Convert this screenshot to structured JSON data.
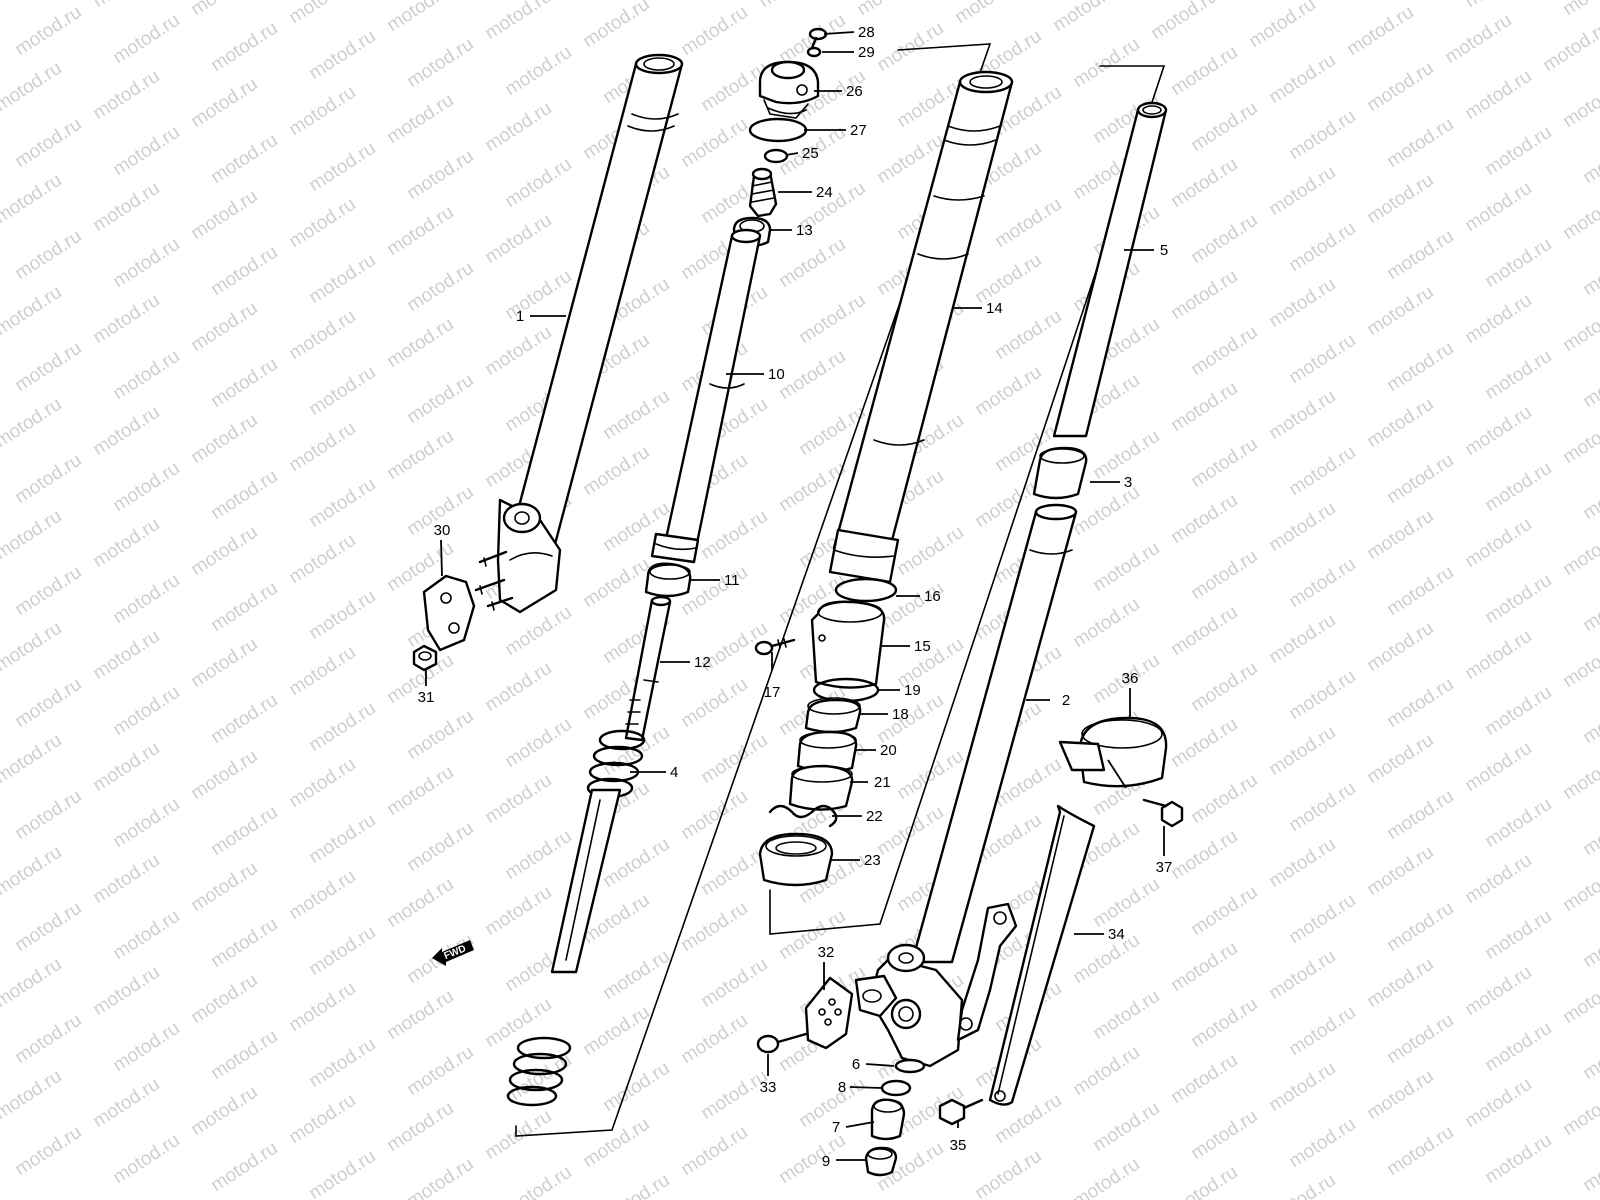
{
  "watermark": {
    "text": "motod.ru"
  },
  "direction_marker": {
    "label": "FWD"
  },
  "callouts": {
    "c1": "1",
    "c2": "2",
    "c3": "3",
    "c4": "4",
    "c5": "5",
    "c6": "6",
    "c7": "7",
    "c8": "8",
    "c9": "9",
    "c10": "10",
    "c11": "11",
    "c12": "12",
    "c13": "13",
    "c14": "14",
    "c15": "15",
    "c16": "16",
    "c17": "17",
    "c18": "18",
    "c19": "19",
    "c20": "20",
    "c21": "21",
    "c22": "22",
    "c23": "23",
    "c24": "24",
    "c25": "25",
    "c26": "26",
    "c27": "27",
    "c28": "28",
    "c29": "29",
    "c30": "30",
    "c31": "31",
    "c32": "32",
    "c33": "33",
    "c34": "34",
    "c35": "35",
    "c36": "36",
    "c37": "37"
  }
}
